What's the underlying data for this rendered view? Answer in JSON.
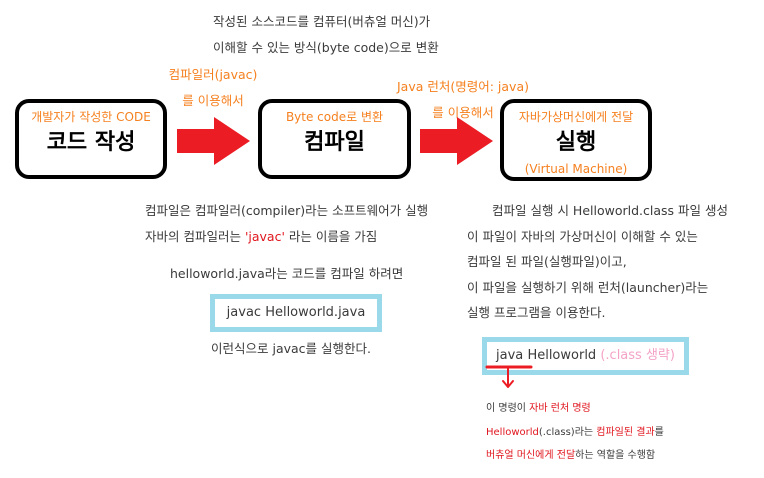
{
  "colors": {
    "accent_orange": "#f5801f",
    "arrow_red": "#ec1c24",
    "highlight_red": "#e0161e",
    "command_box_border": "#99d9ea",
    "note_pink": "#f4a3c7",
    "body_text": "#3a3a3a"
  },
  "icons": {
    "step_arrow": "arrow-right-icon",
    "command_pointer": "arrow-down-icon"
  },
  "bytecode_note": {
    "lines": [
      "작성된 소스코드를 컴퓨터(버츄얼 머신)가",
      "이해할 수 있는 방식(byte code)으로 변환"
    ]
  },
  "compile_tool_note": {
    "lines": [
      "컴파일러(javac)",
      "를 이용해서"
    ]
  },
  "run_tool_note": {
    "lines": [
      "Java 런처(명령어: java)",
      "를 이용해서"
    ]
  },
  "steps": [
    {
      "caption": "개발자가 작성한 CODE",
      "title": "코드 작성"
    },
    {
      "caption": "Byte code로 변환",
      "title": "컴파일"
    },
    {
      "caption": "자바가상머신에게 전달",
      "title": "실행",
      "subcaption": "(Virtual Machine)"
    }
  ],
  "compile_explanation": {
    "line1": "컴파일은 컴파일러(compiler)라는 소프트웨어가 실행",
    "line2": {
      "before": "자바의 컴파일러는 ",
      "highlight": "'javac'",
      "after": " 라는 이름을 가짐"
    },
    "lead": "helloworld.java라는 코드를 컴파일 하려면",
    "command": "javac Helloworld.java",
    "tail": "이런식으로 javac를 실행한다."
  },
  "run_explanation": {
    "lines": [
      "컴파일 실행 시 Helloworld.class 파일 생성",
      "이 파일이 자바의 가상머신이 이해할 수 있는",
      "컴파일 된 파일(실행파일)이고,",
      "이 파일을 실행하기 위해 런처(launcher)라는",
      "실행 프로그램을 이용한다."
    ],
    "command": {
      "keyword": "java",
      "argument": "Helloworld",
      "note": "(.class 생략)"
    },
    "annotation": [
      [
        "이 명령이 ",
        "자바 런처 명령"
      ],
      [
        "Helloworld",
        "(.class)라는 ",
        "컴파일된 결과",
        "를"
      ],
      [
        "버츄얼 머신에게 전달",
        "하는 역할을 수행함"
      ]
    ]
  }
}
